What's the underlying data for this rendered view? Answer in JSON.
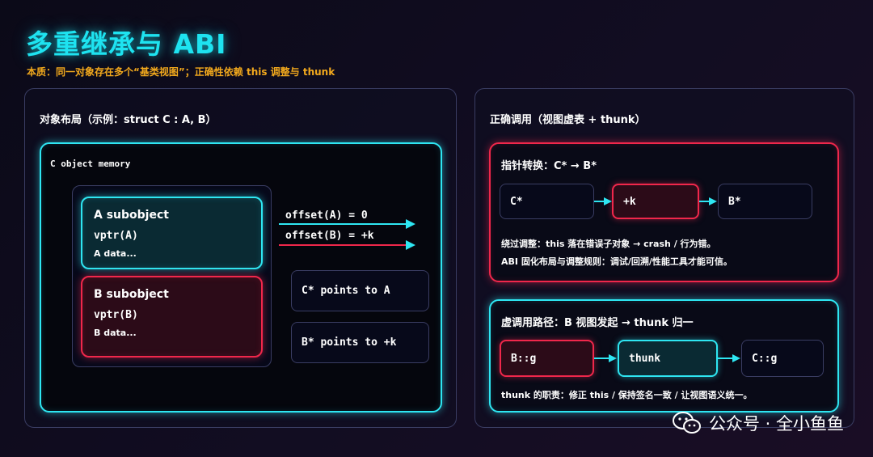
{
  "header": {
    "title": "多重继承与 ABI",
    "subtitle": "本质：同一对象存在多个“基类视图”；正确性依赖 this 调整与 thunk"
  },
  "left_panel": {
    "heading": "对象布局（示例：struct C : A, B）",
    "memory_label": "C object memory",
    "a_subobject": {
      "title": "A subobject",
      "vptr": "vptr(A)",
      "data": "A data..."
    },
    "b_subobject": {
      "title": "B subobject",
      "vptr": "vptr(B)",
      "data": "B data..."
    },
    "offset_a": "offset(A) = 0",
    "offset_b": "offset(B) = +k",
    "c_points": "C* points to A",
    "b_points": "B* points to +k"
  },
  "right_panel": {
    "heading": "正确调用（视图虚表 + thunk）",
    "pointer_card": {
      "title": "指针转换：C* → B*",
      "nodes": [
        "C*",
        "+k",
        "B*"
      ],
      "note1": "绕过调整：this 落在错误子对象 → crash / 行为错。",
      "note2": "ABI 固化布局与调整规则：调试/回溯/性能工具才能可信。"
    },
    "virtual_card": {
      "title": "虚调用路径：B 视图发起 → thunk 归一",
      "nodes": [
        "B::g",
        "thunk",
        "C::g"
      ],
      "note": "thunk 的职责：修正 this / 保持签名一致 / 让视图语义统一。"
    }
  },
  "watermark": {
    "text": "公众号 · 全小鱼鱼",
    "icon": "wechat-icon"
  },
  "colors": {
    "cyan": "#2ee6f2",
    "red": "#f0274b",
    "orange": "#f2a91d",
    "title": "#1ee3f0"
  }
}
